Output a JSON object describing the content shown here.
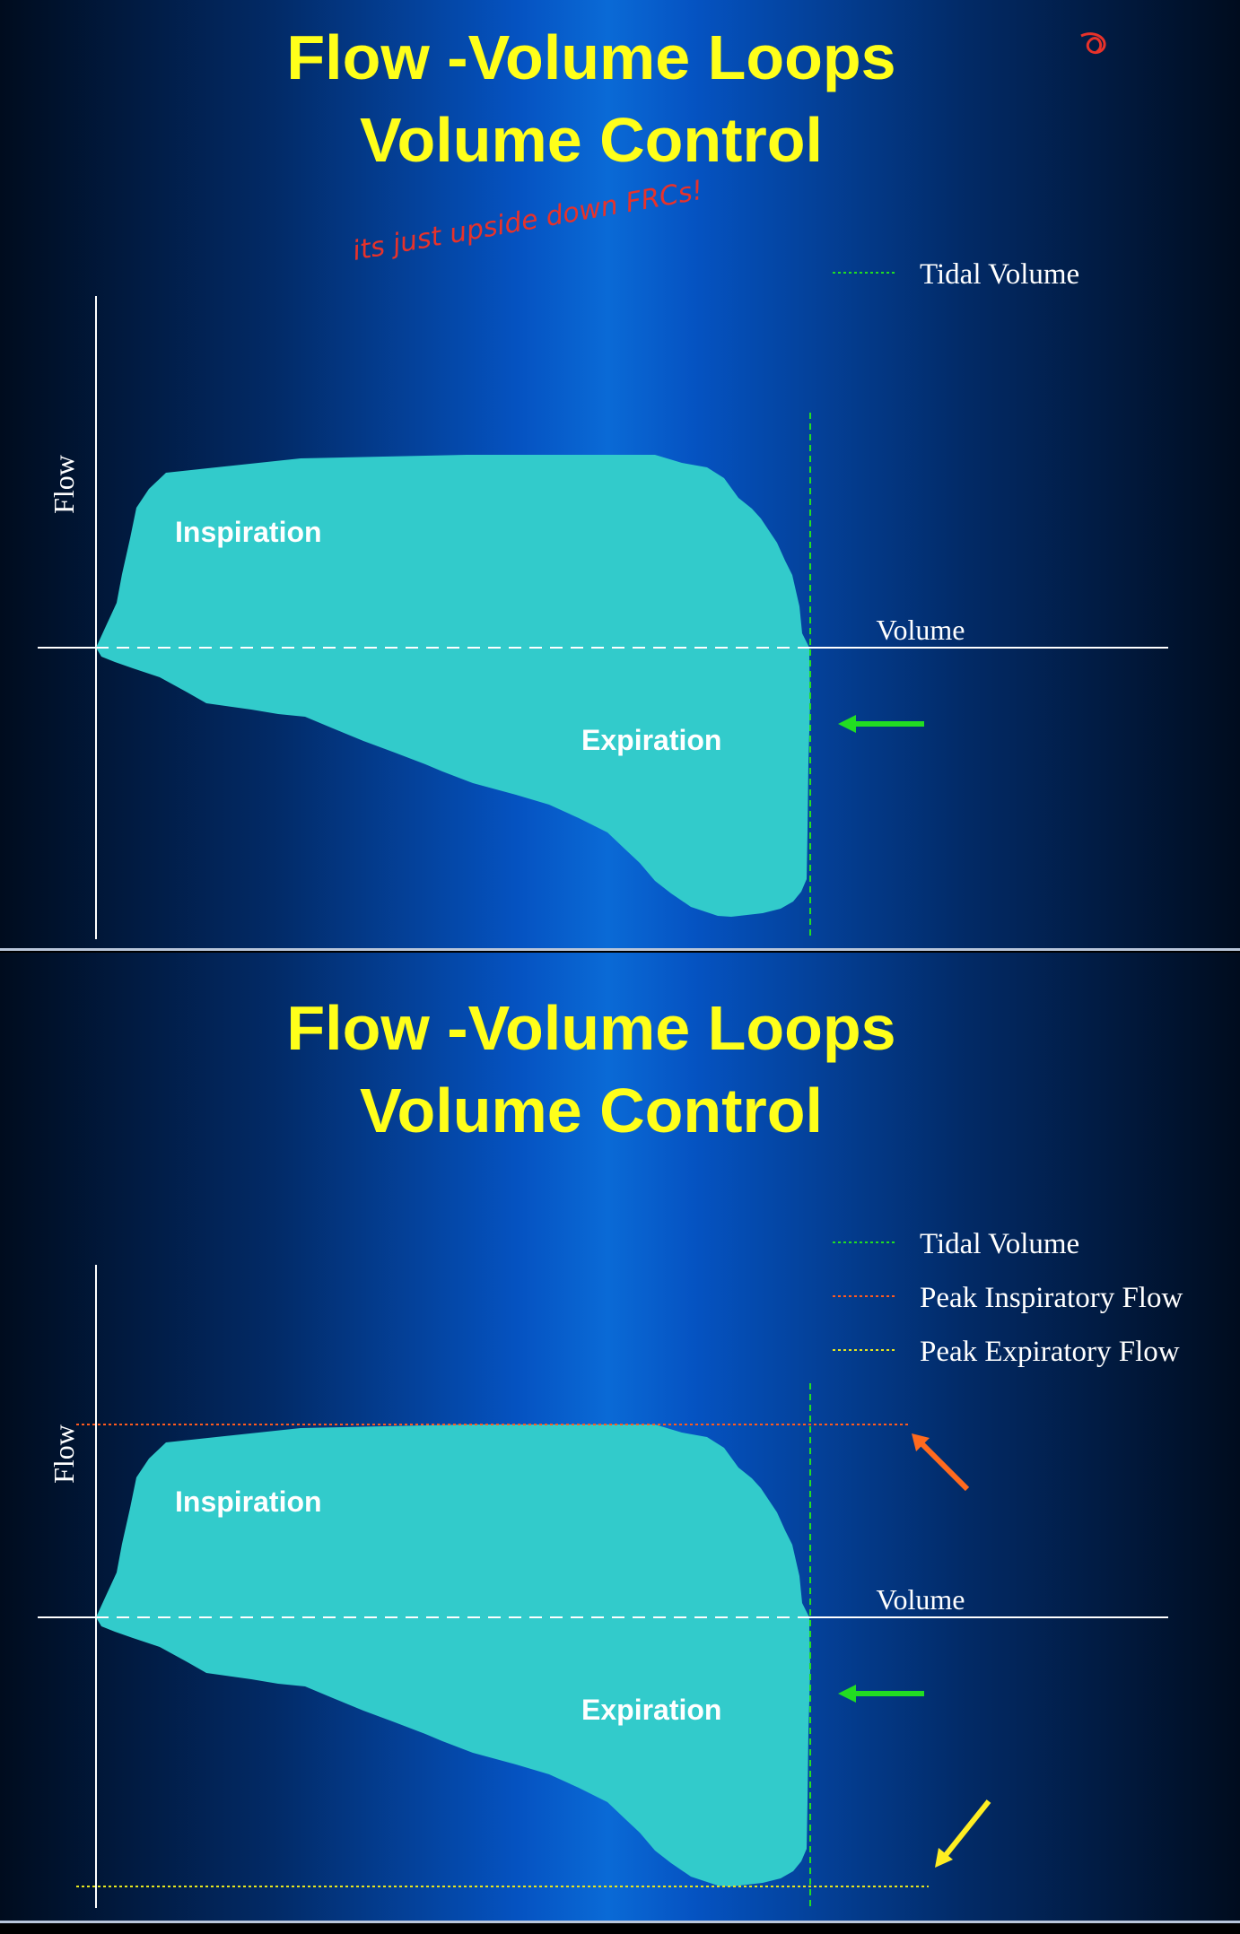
{
  "slides": [
    {
      "title_line1": "Flow -Volume Loops",
      "title_line2": "Volume Control",
      "annotation": "its just upside down FRCs!",
      "legend": [
        "Tidal Volume"
      ],
      "axis_y": "Flow",
      "axis_x": "Volume",
      "label_top": "Inspiration",
      "label_bottom": "Expiration"
    },
    {
      "title_line1": "Flow -Volume Loops",
      "title_line2": "Volume Control",
      "legend": [
        "Tidal Volume",
        "Peak Inspiratory Flow",
        "Peak Expiratory Flow"
      ],
      "axis_y": "Flow",
      "axis_x": "Volume",
      "label_top": "Inspiration",
      "label_bottom": "Expiration"
    }
  ],
  "colors": {
    "title": "#ffff1a",
    "loop_fill": "#32cbcb",
    "tidal_volume_line": "#22dd22",
    "peak_inspiratory_line": "#ff5a1e",
    "peak_expiratory_line": "#e6e61e",
    "arrow_green": "#22dd22",
    "arrow_orange": "#ff6a1e",
    "arrow_yellow": "#ffee22",
    "annotation": "#e8322a"
  }
}
